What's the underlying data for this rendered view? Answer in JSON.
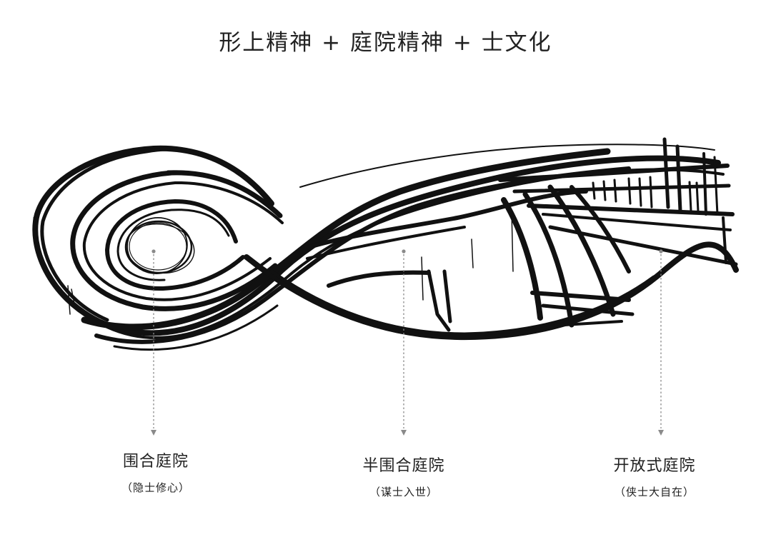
{
  "title": "形上精神 + 庭院精神 + 士文化",
  "zones": [
    {
      "name": "围合庭院",
      "sub": "（隐士修心）"
    },
    {
      "name": "半围合庭院",
      "sub": "（谋士入世）"
    },
    {
      "name": "开放式庭院",
      "sub": "（侠士大自在）"
    }
  ],
  "colors": {
    "ink": "#111111",
    "leader": "#8a8a8a",
    "text": "#222222"
  }
}
